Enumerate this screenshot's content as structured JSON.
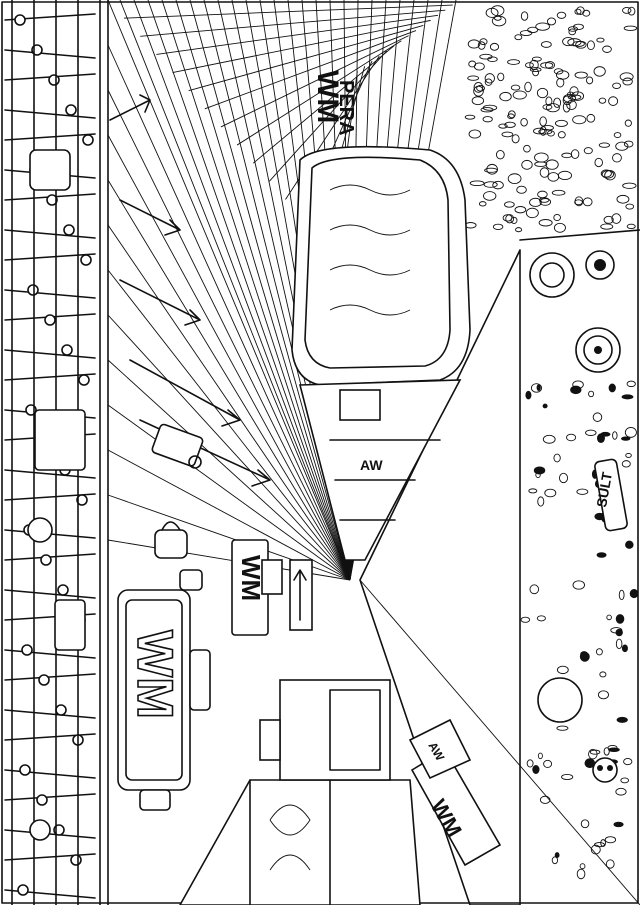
{
  "scene": {
    "description_free": true,
    "colors": {
      "ink": "#111111",
      "paper": "#ffffff"
    }
  },
  "signs": {
    "big_sign": "WM",
    "hanging_sign": "WM",
    "wall_lettering": "WM",
    "wall_word": "PERA",
    "train_window_label": "AW",
    "floor_sign": "WM",
    "floor_sign_small": "AW",
    "bottle_label": "SULT"
  }
}
